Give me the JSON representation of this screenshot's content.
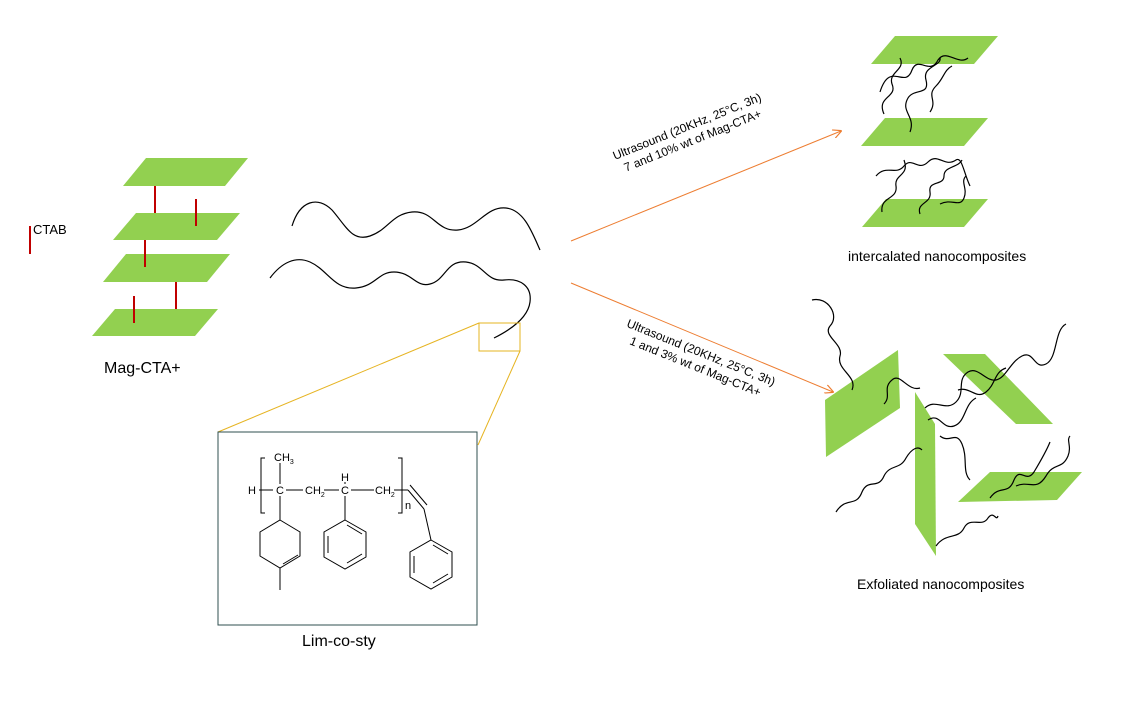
{
  "labels": {
    "ctab": "CTAB",
    "mag_cta": "Mag-CTA+",
    "copolymer": "Lim-co-sty",
    "intercalated": "intercalated nanocomposites",
    "exfoliated": "Exfoliated nanocomposites"
  },
  "arrows": {
    "upper_line1": "Ultrasound (20KHz, 25°C, 3h)",
    "upper_line2": "7 and 10% wt of Mag-CTA+",
    "lower_line1": "Ultrasound (20KHz, 25°C, 3h)",
    "lower_line2": "1 and 3% wt of Mag-CTA+"
  },
  "structure": {
    "ch3_c": "CH",
    "ch3_sub": "3",
    "h_left": "H",
    "c1": "C",
    "ch2_a": "CH",
    "ch2_a_sub": "2",
    "h_top": "H",
    "c2": "C",
    "ch2_b": "CH",
    "ch2_b_sub": "2",
    "n": "n"
  },
  "colors": {
    "clay_sheet": "#92d050",
    "surfactant": "#c00000",
    "arrow": "#ed7d31",
    "zoom_box": "#e6b422",
    "structure_border": "#2f4f4f",
    "polymer": "#000000"
  }
}
